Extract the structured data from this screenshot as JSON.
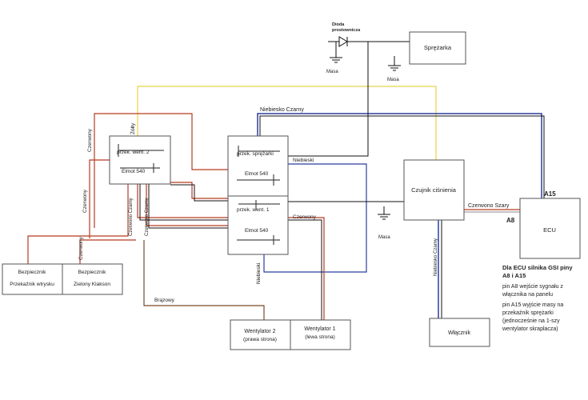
{
  "colors": {
    "yellow": "#e8d24a",
    "red": "#b83a22",
    "blue": "#2b3f9e",
    "black": "#111111",
    "brown": "#7a4a2a",
    "gray": "#888888",
    "box_border": "#555555"
  },
  "labels": {
    "dioda_line1": "Dioda",
    "dioda_line2": "prostownicza",
    "masa_1": "Masa",
    "masa_2": "Masa",
    "masa_3": "Masa",
    "sprezarka": "Sprężarka",
    "niebiesko_czarny_top": "Niebiesko Czarny",
    "zolty": "Żółty",
    "czerwony_1": "Czerwony",
    "czerwony_2": "Czerwony",
    "czerwony_3": "Czerwony",
    "czerwony_4": "Czerwony",
    "przek_went2": "przek. went. 2",
    "elmot_540_a": "Elmot 540",
    "przek_sprezarki": "przek. sprężarki",
    "elmot_540_b": "Elmot 540",
    "niebieski": "Niebieski",
    "przek_went1": "przek. went. 1",
    "elmot_540_c": "Elmot 540",
    "czerwono_czarny": "Czerwono Czarny",
    "czerwono_czarny_2": "Czerwono Czarny",
    "czujnik": "Czujnik ciśnienia",
    "czerwono_szary": "Czerwono Szary",
    "a15": "A15",
    "a8": "A8",
    "ecu": "ECU",
    "niebiesko_czarny_right": "Niebiesko Czarny",
    "niebieski_lower": "Niebieski",
    "brazowy": "Brązowy",
    "bezp1_line1": "Bezpiecznik",
    "bezp1_line2": "Przekaźnik wtrysku",
    "bezp2_line1": "Bezpiecznik",
    "bezp2_line2": "Zielony Klakson",
    "went2_line1": "Wentylator 2",
    "went2_line2": "(prawa strona)",
    "went1_line1": "Wentylator 1",
    "went1_line2": "(lewa strona)",
    "wlacznik": "Włącznik",
    "note_1": "Dla ECU silnika GSI piny",
    "note_2": "A8 i A15",
    "note_3": "pin A8 wejście sygnału z",
    "note_4": "włącznika na panelu",
    "note_5": "pin A15 wyjście masy na",
    "note_6": "przekaźnik sprężarki",
    "note_7": "(jednocześnie na 1-szy",
    "note_8": "wentylator skraplacza)"
  }
}
